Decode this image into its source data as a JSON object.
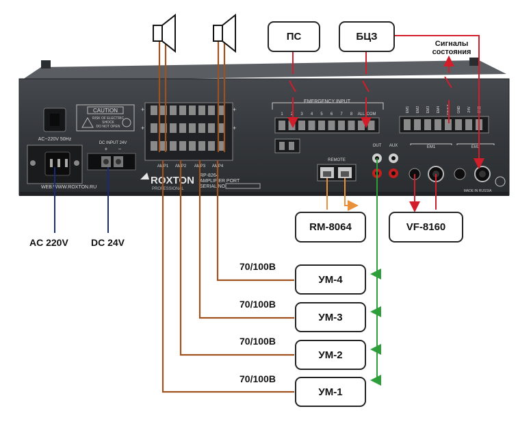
{
  "device": {
    "caution_title": "CAUTION",
    "caution_line1": "RISK OF ELECTRIC",
    "caution_line2": "SHOCK",
    "caution_line3": "DO NOT OPEN",
    "ac_label": "AC~220V 50Hz",
    "dc_label": "DC INPUT 24V",
    "dc_plus": "+",
    "dc_minus": "−",
    "web": "WEB:WWW.ROXTON.RU",
    "brand": "ROXTON",
    "brand_sub": "PROFESSIONAL",
    "model_line1": "RP-8264",
    "model_line2": "AMPLIFIER PORT",
    "model_line3": "SERIAL NO.",
    "emergency_input": "EMERGENCY INPUT",
    "emergency_terms": [
      "1",
      "2",
      "3",
      "4",
      "5",
      "6",
      "7",
      "8",
      "ALL",
      "COM"
    ],
    "remote": "REMOTE",
    "out": "OUT",
    "aux": "AUX",
    "em1": "EM1",
    "em2": "EM2",
    "amp_labels": [
      "AMP1",
      "AMP2",
      "AMP3",
      "AMP4"
    ],
    "status_terms": [
      "EM1",
      "EM2",
      "EM3",
      "EM4",
      "FAULT",
      "GND",
      "24V",
      "GND"
    ],
    "made_in": "MADE IN RUSSIA"
  },
  "boxes": {
    "ps": "ПС",
    "bcz": "БЦЗ",
    "rm": "RM-8064",
    "vf": "VF-8160",
    "um4": "УМ-4",
    "um3": "УМ-3",
    "um2": "УМ-2",
    "um1": "УМ-1"
  },
  "labels": {
    "status_signals_line1": "Сигналы",
    "status_signals_line2": "состояния",
    "ac": "AC 220V",
    "dc": "DC 24V",
    "v4": "70/100В",
    "v3": "70/100В",
    "v2": "70/100В",
    "v1": "70/100В"
  },
  "colors": {
    "speaker_wire": "#a0521e",
    "ac_wire": "#1a2a7a",
    "status_wire": "#d11e2a",
    "remote_wire": "#e8913a",
    "line_out_wire": "#2e9e3a",
    "panel": "#2f3236"
  }
}
